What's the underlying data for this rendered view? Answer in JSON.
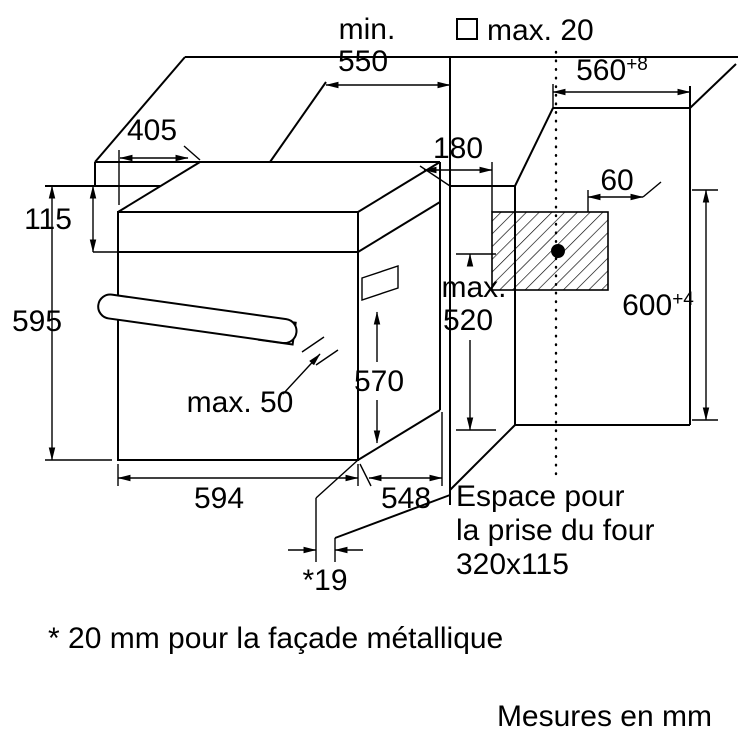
{
  "figure": {
    "labels": {
      "min_word": "min.",
      "min_value": "550",
      "max20": "max. 20",
      "w560": "560",
      "w560_sup": "+8",
      "d405": "405",
      "h115": "115",
      "h595": "595",
      "off180": "180",
      "off60": "60",
      "h600": "600",
      "h600_sup": "+4",
      "max520_line1": "max.",
      "max520_line2": "520",
      "h570": "570",
      "max50": "max. 50",
      "w594": "594",
      "d548": "548",
      "p19": "*19",
      "espace_line1": "Espace pour",
      "espace_line2": "la prise du four",
      "espace_line3": "320x115",
      "footnote": "* 20 mm pour la façade métallique",
      "units": "Mesures en mm"
    },
    "colors": {
      "line": "#000000",
      "background": "#ffffff"
    }
  }
}
